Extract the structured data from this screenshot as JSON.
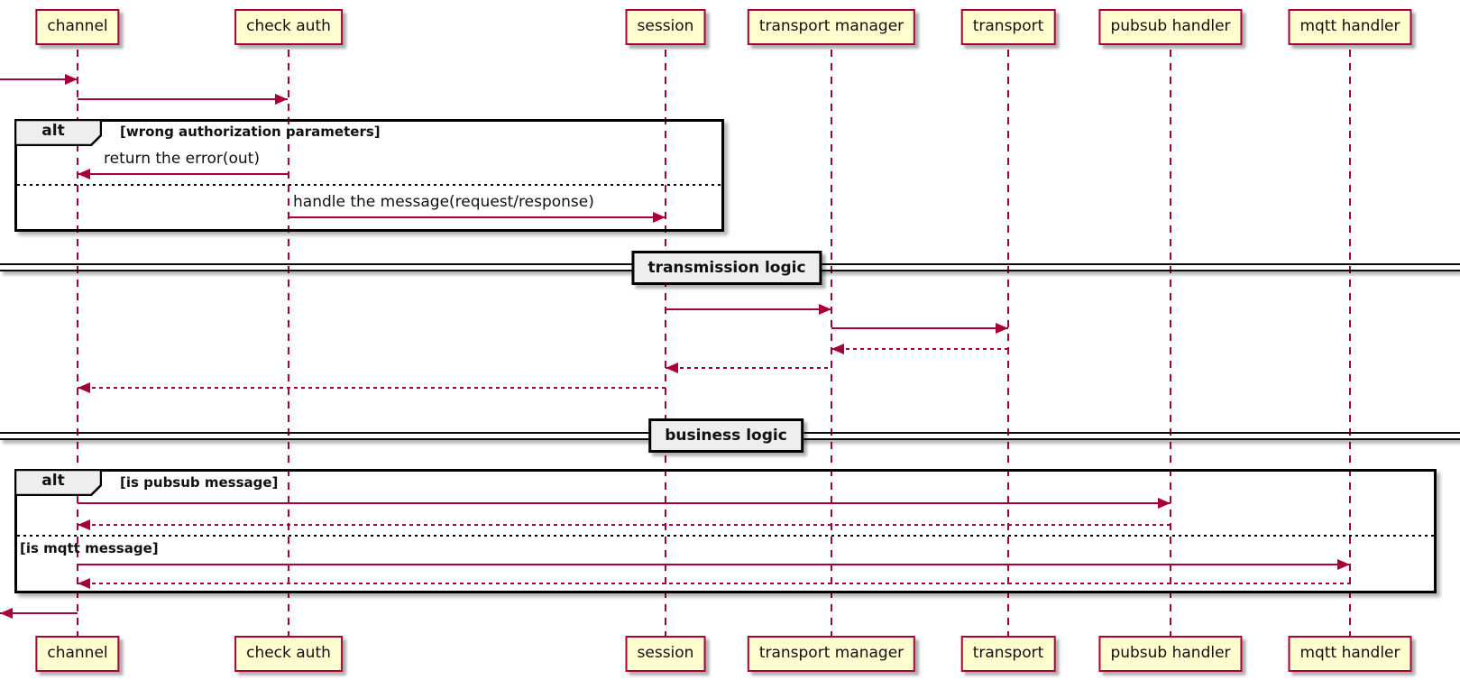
{
  "diagram_type": "sequence-diagram",
  "participants": [
    {
      "name": "channel"
    },
    {
      "name": "check auth"
    },
    {
      "name": "session"
    },
    {
      "name": "transport manager"
    },
    {
      "name": "transport"
    },
    {
      "name": "pubsub handler"
    },
    {
      "name": "mqtt handler"
    }
  ],
  "fragments": {
    "alt1": {
      "operator": "alt",
      "guard": "[wrong authorization parameters]"
    },
    "alt2": {
      "operator": "alt",
      "guard": "[is pubsub message]",
      "else_guard": "[is mqtt message]"
    }
  },
  "dividers": [
    {
      "label": "transmission logic"
    },
    {
      "label": "business logic"
    }
  ],
  "messages": {
    "incoming": {
      "from": "outside",
      "to": "channel",
      "label": "",
      "style": "solid"
    },
    "auth_call": {
      "from": "channel",
      "to": "check auth",
      "label": "",
      "style": "solid"
    },
    "return_error": {
      "from": "check auth",
      "to": "channel",
      "label": "return the error(out)",
      "style": "solid"
    },
    "handle_message": {
      "from": "check auth",
      "to": "session",
      "label": "handle the message(request/response)",
      "style": "solid"
    },
    "session_to_tm": {
      "from": "session",
      "to": "transport manager",
      "label": "",
      "style": "solid"
    },
    "tm_to_transport": {
      "from": "transport manager",
      "to": "transport",
      "label": "",
      "style": "solid"
    },
    "transport_reply": {
      "from": "transport",
      "to": "transport manager",
      "label": "",
      "style": "dashed"
    },
    "tm_reply": {
      "from": "transport manager",
      "to": "session",
      "label": "",
      "style": "dashed"
    },
    "session_reply": {
      "from": "session",
      "to": "channel",
      "label": "",
      "style": "dashed"
    },
    "pubsub_call": {
      "from": "channel",
      "to": "pubsub handler",
      "label": "",
      "style": "solid"
    },
    "pubsub_reply": {
      "from": "pubsub handler",
      "to": "channel",
      "label": "",
      "style": "dashed"
    },
    "mqtt_call": {
      "from": "channel",
      "to": "mqtt handler",
      "label": "",
      "style": "solid"
    },
    "mqtt_reply": {
      "from": "mqtt handler",
      "to": "channel",
      "label": "",
      "style": "dashed"
    },
    "outgoing": {
      "from": "channel",
      "to": "outside",
      "label": "",
      "style": "solid"
    }
  },
  "colors": {
    "participant_fill": "#FEFECE",
    "accent": "#A80036",
    "frame_border": "#000000",
    "label_fill": "#EEEEEE",
    "background": "#FFFFFF"
  }
}
